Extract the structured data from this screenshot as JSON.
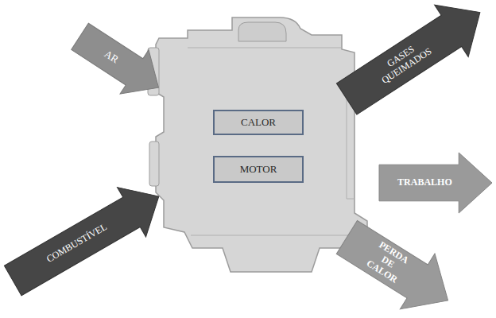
{
  "diagram": {
    "nodes": [
      {
        "text": [
          "AR"
        ]
      },
      {
        "text": [
          "GASES QUEIMADOS"
        ]
      },
      {
        "text": [
          "CALOR"
        ]
      },
      {
        "text": [
          "MOTOR"
        ]
      },
      {
        "text": [
          "TRABALHO"
        ]
      },
      {
        "text": [
          "COMBUSTÍVEL"
        ]
      },
      {
        "text": [
          "PERDA DE CALOR"
        ]
      }
    ]
  }
}
